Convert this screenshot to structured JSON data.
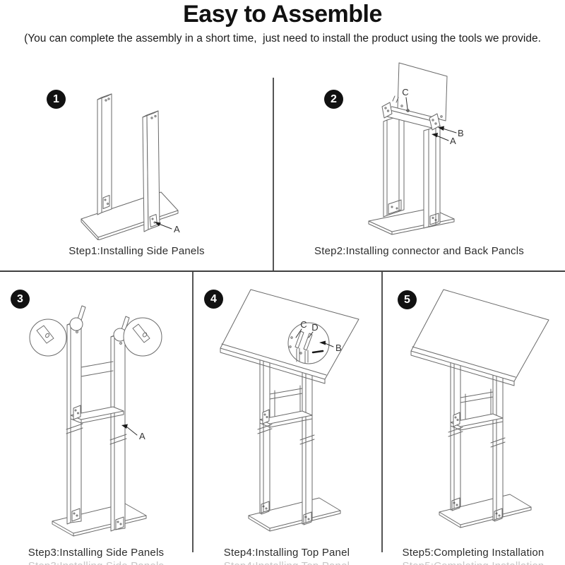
{
  "header": {
    "title": "Easy to Assemble",
    "subtitle": "(You can complete the assembly in a short time,  just need to install the product using the tools we provide."
  },
  "steps": [
    {
      "number": "1",
      "caption": "Step1:Installing Side Panels",
      "labels": {
        "a": "A"
      }
    },
    {
      "number": "2",
      "caption": "Step2:Installing connector and Back Pancls",
      "labels": {
        "a": "A",
        "b": "B",
        "c": "C"
      }
    },
    {
      "number": "3",
      "caption": "Step3:Installing Side Panels",
      "labels": {
        "a": "A"
      }
    },
    {
      "number": "4",
      "caption": "Step4:Installing Top Panel",
      "labels": {
        "b": "B",
        "c": "C",
        "d": "D"
      }
    },
    {
      "number": "5",
      "caption": "Step5:Completing Installation",
      "labels": {}
    }
  ],
  "colors": {
    "line": "#6a6a6a",
    "divider": "#555555",
    "divider_horizontal": "#404040",
    "badge_bg": "#111111",
    "badge_fg": "#ffffff",
    "label_text": "#333333",
    "background": "#ffffff"
  }
}
